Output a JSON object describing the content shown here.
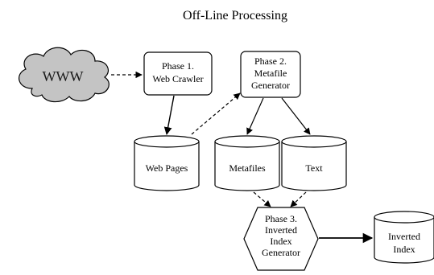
{
  "title": "Off-Line Processing",
  "cloud": {
    "label": "WWW",
    "fill": "#c4c4c4"
  },
  "phase1": {
    "line1": "Phase 1.",
    "line2": "Web Crawler"
  },
  "phase2": {
    "line1": "Phase 2.",
    "line2": "Metafile",
    "line3": "Generator"
  },
  "phase3": {
    "line1": "Phase 3.",
    "line2": "Inverted",
    "line3": "Index",
    "line4": "Generator"
  },
  "stores": {
    "web_pages": "Web Pages",
    "metafiles": "Metafiles",
    "text": "Text",
    "inverted_index": {
      "line1": "Inverted",
      "line2": "Index"
    }
  }
}
